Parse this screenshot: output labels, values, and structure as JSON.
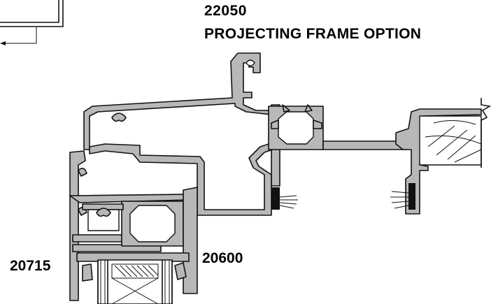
{
  "labels": {
    "top_code": "22050",
    "top_title": "PROJECTING FRAME OPTION",
    "left_code": "20715",
    "mid_code": "20600"
  },
  "colors": {
    "profile_fill": "#b8b8b8",
    "outline": "#111111",
    "background": "#ffffff"
  }
}
